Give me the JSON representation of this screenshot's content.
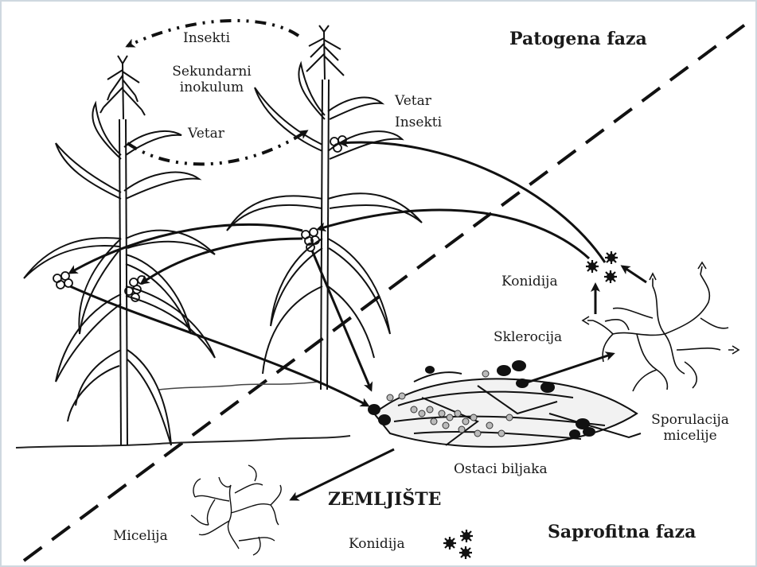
{
  "labels": {
    "insekti_top": "Insekti",
    "sekundarni_line1": "Sekundarni",
    "sekundarni_line2": "inokulum",
    "vetar_left": "Vetar",
    "patogena_faza": "Patogena faza",
    "vetar_right": "Vetar",
    "insekti_right": "Insekti",
    "konidija_mid": "Konidija",
    "sklerocija": "Sklerocija",
    "sporulacija_line1": "Sporulacija",
    "sporulacija_line2": "micelije",
    "ostaci_biljaka": "Ostaci biljaka",
    "zemljiste": "ZEMLJIŠTE",
    "micelija": "Micelija",
    "konidija_bottom": "Konidija",
    "saprofitna_faza": "Saprofitna faza"
  }
}
